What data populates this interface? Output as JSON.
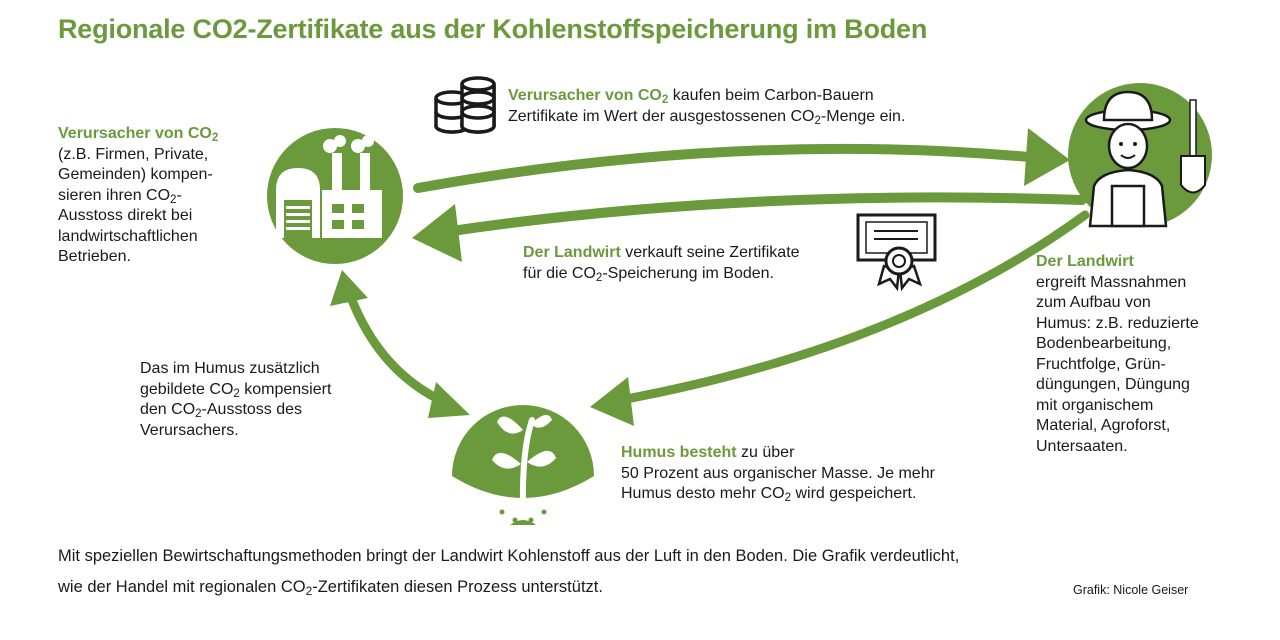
{
  "title": "Regionale CO2-Zertifikate aus der Kohlenstoffspeicherung im Boden",
  "colors": {
    "accent": "#6b9a3c",
    "text": "#1a1a1a",
    "background": "#ffffff"
  },
  "icons": [
    "factory-icon",
    "coins-icon",
    "farmer-icon",
    "certificate-icon",
    "plant-icon"
  ],
  "emitter": {
    "heading_main": "Verursacher von CO",
    "heading_sub": "2",
    "lines": [
      [
        "(z.B. Firmen, Private,",
        ""
      ],
      [
        "Gemeinden) kompen-",
        ""
      ],
      [
        "sieren ihren CO",
        "2",
        "-"
      ],
      [
        "Ausstoss direkt bei",
        ""
      ],
      [
        "landwirtschaftlichen",
        ""
      ],
      [
        "Betrieben.",
        ""
      ]
    ]
  },
  "buy": {
    "bold_main": "Verursacher von CO",
    "bold_sub": "2",
    "line1_rest": " kaufen beim Carbon-Bauern",
    "line2_a": "Zertifikate im Wert der ausgestossenen CO",
    "line2_sub": "2",
    "line2_b": "-Menge ein."
  },
  "sell": {
    "bold": "Der Landwirt",
    "line1_rest": " verkauft seine Zertifikate",
    "line2_a": "für die CO",
    "line2_sub": "2",
    "line2_b": "-Speicherung im Boden."
  },
  "farmer": {
    "heading": "Der Landwirt",
    "lines": [
      "ergreift Massnahmen",
      "zum Aufbau von",
      "Humus: z.B. reduzierte",
      "Bodenbearbeitung,",
      "Fruchtfolge, Grün-",
      "düngungen, Düngung",
      "mit organischem",
      "Material, Agroforst,",
      "Untersaaten."
    ]
  },
  "humus_compensates": {
    "line1": "Das im Humus zusätzlich",
    "line2_a": "gebildete CO",
    "line2_sub": "2",
    "line2_b": " kompensiert",
    "line3_a": "den CO",
    "line3_sub": "2",
    "line3_b": "-Ausstoss des",
    "line4": "Verursachers."
  },
  "humus": {
    "bold": "Humus besteht",
    "line1_rest": " zu über",
    "line2": "50 Prozent aus organischer Masse. Je mehr",
    "line3_a": "Humus desto mehr CO",
    "line3_sub": "2",
    "line3_b": " wird gespeichert."
  },
  "footer": {
    "line1": "Mit speziellen Bewirtschaftungsmethoden bringt der Landwirt Kohlenstoff aus der Luft in den Boden. Die Grafik verdeutlicht,",
    "line2_a": "wie der Handel mit regionalen CO",
    "line2_sub": "2",
    "line2_b": "-Zertifikaten diesen Prozess unterstützt."
  },
  "credit": "Grafik: Nicole Geiser"
}
